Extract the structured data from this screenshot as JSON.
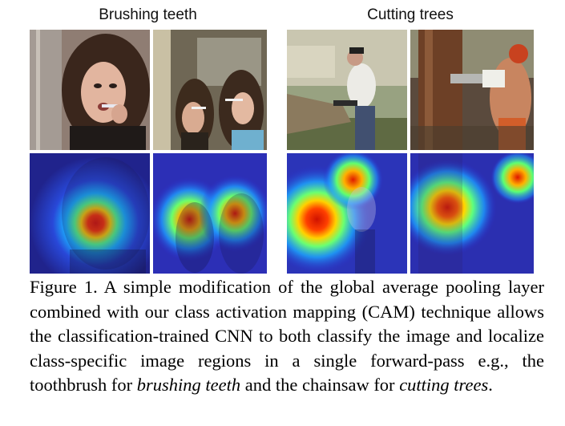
{
  "figure": {
    "group_titles": {
      "left": "Brushing teeth",
      "right": "Cutting trees"
    },
    "caption": {
      "part1": "Figure 1. A simple modification of the global average pooling layer combined with our class activation mapping (CAM) technique allows the classification-trained CNN to both classify the image and localize class-specific image regions in a single forward-pass e.g., the toothbrush for ",
      "italic1": "brushing teeth",
      "part2": " and the chainsaw for ",
      "italic2": "cutting trees",
      "part3": "."
    }
  },
  "colors": {
    "heat_hot": "#ff2a00",
    "heat_warm": "#ffe600",
    "heat_cool": "#00e0ff",
    "heat_cold": "#2a2ad0"
  }
}
